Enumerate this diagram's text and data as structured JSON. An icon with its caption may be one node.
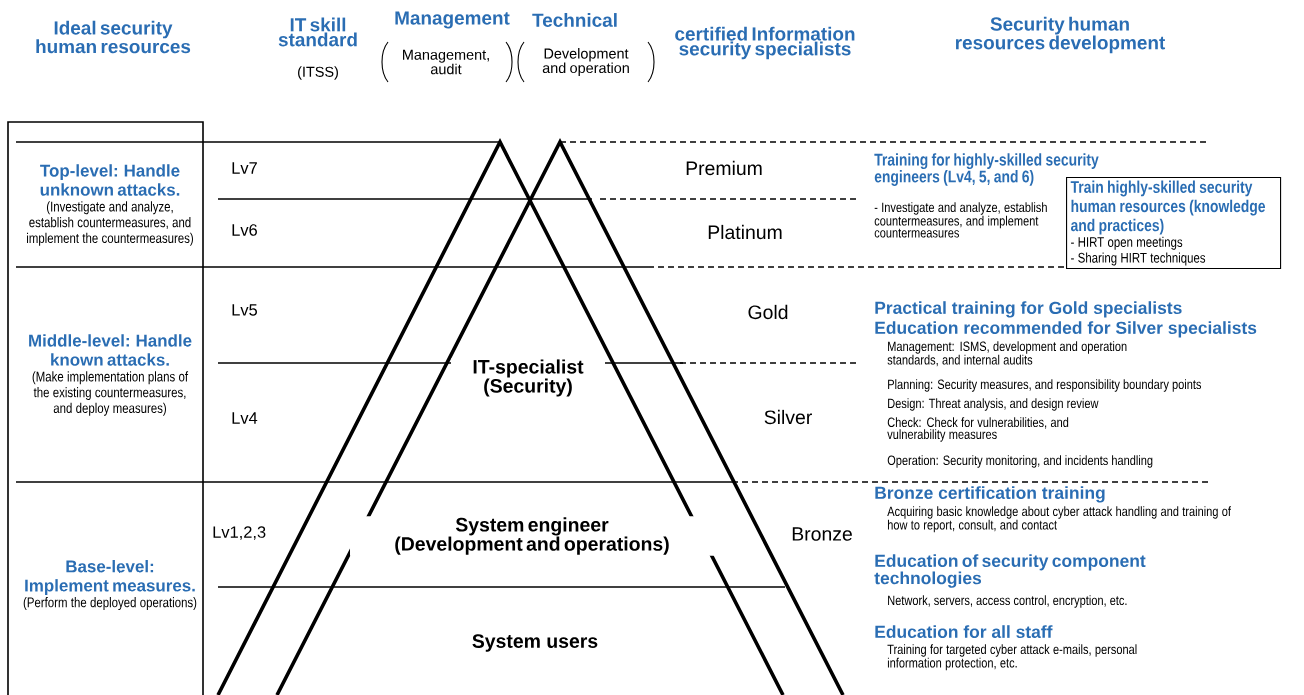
{
  "diagram": {
    "nodes": [
      {
        "text": [
          "Top-level: Handle unknown attacks.",
          "(Investigate and analyze, establish countermeasures, and implement the countermeasures)"
        ]
      },
      {
        "text": [
          "Middle-level: Handle known attacks.",
          "(Make implementation plans of the existing countermeasures, and deploy measures)"
        ]
      },
      {
        "text": [
          "Base-level: Implement measures.",
          "(Perform the deployed operations)"
        ]
      },
      {
        "text": [
          "Train highly-skilled security human resources (knowledge and practices)",
          "- HIRT open meetings",
          "- Sharing HIRT techniques"
        ]
      }
    ],
    "labels": [
      "Ideal security human resources",
      "IT skill standard",
      "(ITSS)",
      "Management",
      "Management, audit",
      "Technical",
      "Development and operation",
      "certified Information security specialists",
      "Security human resources development",
      "Lv7",
      "Premium",
      "Training for highly-skilled security engineers (Lv4, 5, and 6)",
      "- Investigate and analyze, establish countermeasures, and implement countermeasures",
      "Lv6",
      "Platinum",
      "Lv5",
      "Gold",
      "Practical training for Gold specialists",
      "Education recommended for Silver specialists",
      "Management: ISMS, development and operation standards, and internal audits",
      "Planning: Security measures, and responsibility boundary points",
      "Design: Threat analysis, and design review",
      "Check: Check for vulnerabilities, and vulnerability measures",
      "Operation: Security monitoring, and incidents handling",
      "IT-specialist (Security)",
      "Lv4",
      "Silver",
      "Lv1,2,3",
      "System engineer (Development and operations)",
      "Bronze",
      "Bronze certification training",
      "Acquiring basic knowledge about cyber attack handling and training of how to report, consult, and contact",
      "Education of security component technologies",
      "Network, servers, access control, encryption, etc.",
      "System users",
      "Education for all staff",
      "Training for targeted cyber attack e-mails, personal information protection, etc."
    ]
  }
}
